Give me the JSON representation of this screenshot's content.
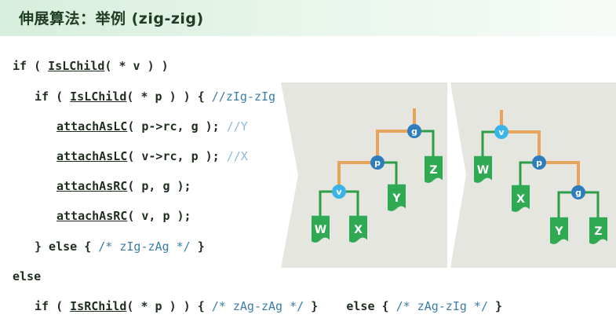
{
  "header": {
    "title": "伸展算法：举例 (zig-zig)"
  },
  "code": {
    "l1": {
      "kw": "if ( ",
      "fn": "IsLChild",
      "rest": "( * v ) )"
    },
    "l2": {
      "kw": "if ( ",
      "fn": "IsLChild",
      "rest": "( * p ) ) { ",
      "comment": "//zIg-zIg"
    },
    "l3": {
      "fn": "attachAsLC",
      "rest": "( p->rc, g ); ",
      "comment": "//Y"
    },
    "l4": {
      "fn": "attachAsLC",
      "rest": "( v->rc, p ); ",
      "comment": "//X"
    },
    "l5": {
      "fn": "attachAsRC",
      "rest": "( p, g );"
    },
    "l6": {
      "fn": "attachAsRC",
      "rest": "( v, p );"
    },
    "l7": {
      "kw": "} else { ",
      "comment": "/* zIg-zAg */",
      "end": " }"
    },
    "l8": {
      "kw": "else"
    },
    "l9": {
      "kw": "if ( ",
      "fn": "IsRChild",
      "rest": "( * p ) ) { ",
      "comment": "/* zAg-zAg */",
      "mid": " }    else { ",
      "comment2": "/* zAg-zIg */",
      "end": " }"
    }
  },
  "before": {
    "nodes": {
      "g": "g",
      "p": "p",
      "v": "v"
    },
    "subtrees": {
      "w": "W",
      "x": "X",
      "y": "Y",
      "z": "Z"
    }
  },
  "after": {
    "nodes": {
      "v": "v",
      "p": "p",
      "g": "g"
    },
    "subtrees": {
      "w": "W",
      "x": "X",
      "y": "Y",
      "z": "Z"
    }
  },
  "colors": {
    "edge": "#e8a35c",
    "subtree_edge": "#2e9e48",
    "subtree_fill": "#2fa952",
    "node_v": "#3bb4e8",
    "node_pg": "#2f7dbd"
  }
}
